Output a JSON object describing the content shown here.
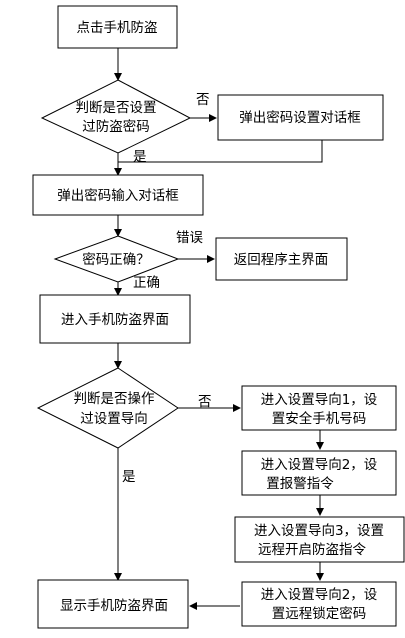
{
  "nodes": {
    "click_antitheft": "点击手机防盗",
    "check_pwd_line1": "判断是否设置",
    "check_pwd_line2": "过防盗密码",
    "popup_pwd_setup": "弹出密码设置对话框",
    "popup_pwd_input": "弹出密码输入对话框",
    "pwd_correct": "密码正确？",
    "return_main": "返回程序主界面",
    "enter_antitheft": "进入手机防盗界面",
    "check_guide_line1": "判断是否操作",
    "check_guide_line2": "过设置导向",
    "guide1_line1": "进入设置导向1，设",
    "guide1_line2": "置安全手机号码",
    "guide2_line1": "进入设置导向2，设",
    "guide2_line2": "置报警指令",
    "guide3_line1": "进入设置导向3，设置",
    "guide3_line2": "远程开启防盗指令",
    "guide4_line1": "进入设置导向2，设",
    "guide4_line2": "置远程锁定密码",
    "show_antitheft": "显示手机防盗界面"
  },
  "edge_labels": {
    "no_1": "否",
    "yes_1": "是",
    "wrong": "错误",
    "correct": "正确",
    "no_2": "否",
    "yes_2": "是"
  }
}
